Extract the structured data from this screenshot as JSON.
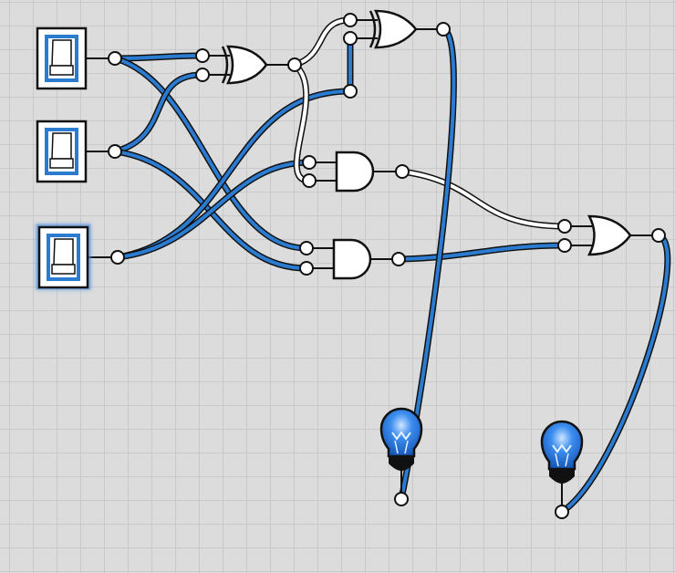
{
  "canvas": {
    "background": "#dcdcdc",
    "grid_color": "#c9c9c9"
  },
  "colors": {
    "wire_on": "#2b7bd1",
    "wire_off": "#ffffff",
    "outline": "#111111",
    "gate_fill": "#ffffff",
    "bulb_on": "#2f7fe0",
    "selection_glow": "#4a90e2"
  },
  "components": {
    "switches": [
      {
        "name": "switch-a",
        "state": "on",
        "selected": false
      },
      {
        "name": "switch-b",
        "state": "on",
        "selected": false
      },
      {
        "name": "switch-c",
        "state": "on",
        "selected": true
      }
    ],
    "gates": [
      {
        "name": "xor-gate-1",
        "type": "XOR",
        "output": "on"
      },
      {
        "name": "xor-gate-2",
        "type": "XOR",
        "output": "on"
      },
      {
        "name": "and-gate-1",
        "type": "AND",
        "output": "off"
      },
      {
        "name": "and-gate-2",
        "type": "AND",
        "output": "on"
      },
      {
        "name": "or-gate-1",
        "type": "OR",
        "output": "on"
      }
    ],
    "lamps": [
      {
        "name": "lamp-sum",
        "state": "on",
        "icon": "light-bulb-icon"
      },
      {
        "name": "lamp-carry",
        "state": "on",
        "icon": "light-bulb-icon"
      }
    ]
  }
}
